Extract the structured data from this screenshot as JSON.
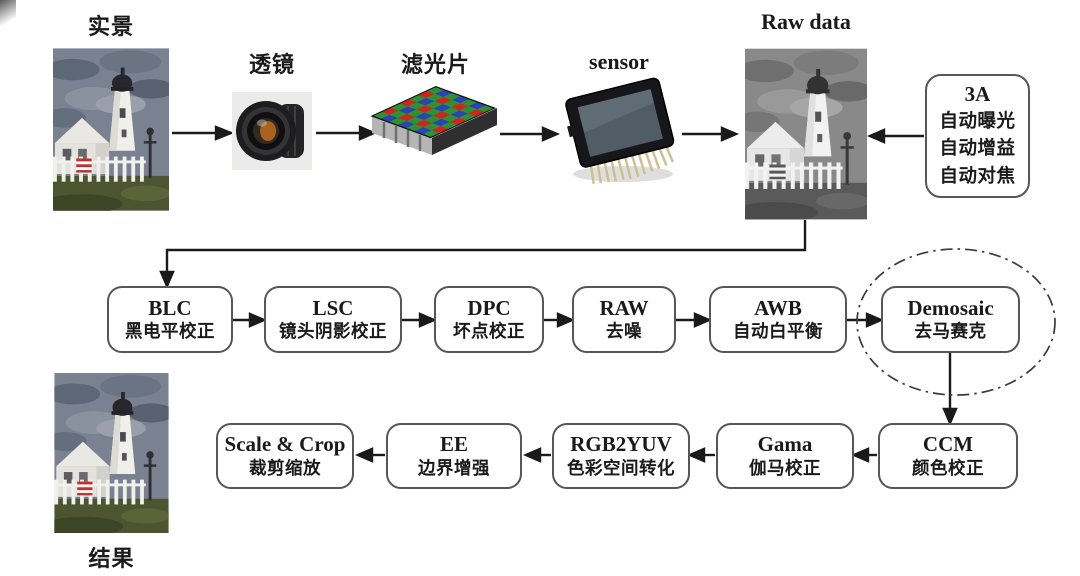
{
  "labels": {
    "scene": "实景",
    "lens": "透镜",
    "filter": "滤光片",
    "sensor": "sensor",
    "raw": "Raw data",
    "result": "结果"
  },
  "box3a": {
    "title": "3A",
    "lines": [
      "自动曝光",
      "自动增益",
      "自动对焦"
    ]
  },
  "row2": [
    {
      "en": "BLC",
      "zh": "黑电平校正"
    },
    {
      "en": "LSC",
      "zh": "镜头阴影校正"
    },
    {
      "en": "DPC",
      "zh": "坏点校正"
    },
    {
      "en": "RAW",
      "zh": "去噪"
    },
    {
      "en": "AWB",
      "zh": "自动白平衡"
    },
    {
      "en": "Demosaic",
      "zh": "去马赛克"
    }
  ],
  "row3": [
    {
      "en": "Scale & Crop",
      "zh": "裁剪缩放"
    },
    {
      "en": "EE",
      "zh": "边界增强"
    },
    {
      "en": "RGB2YUV",
      "zh": "色彩空间转化"
    },
    {
      "en": "Gama",
      "zh": "伽马校正"
    },
    {
      "en": "CCM",
      "zh": "颜色校正"
    }
  ],
  "colors": {
    "background": "#ffffff",
    "box_border": "#565656",
    "arrow": "#1a1a1a",
    "dashed_ellipse": "#3a3a3a",
    "bayer_red": "#c8281e",
    "bayer_green": "#2e9234",
    "bayer_blue": "#2b44b4"
  }
}
